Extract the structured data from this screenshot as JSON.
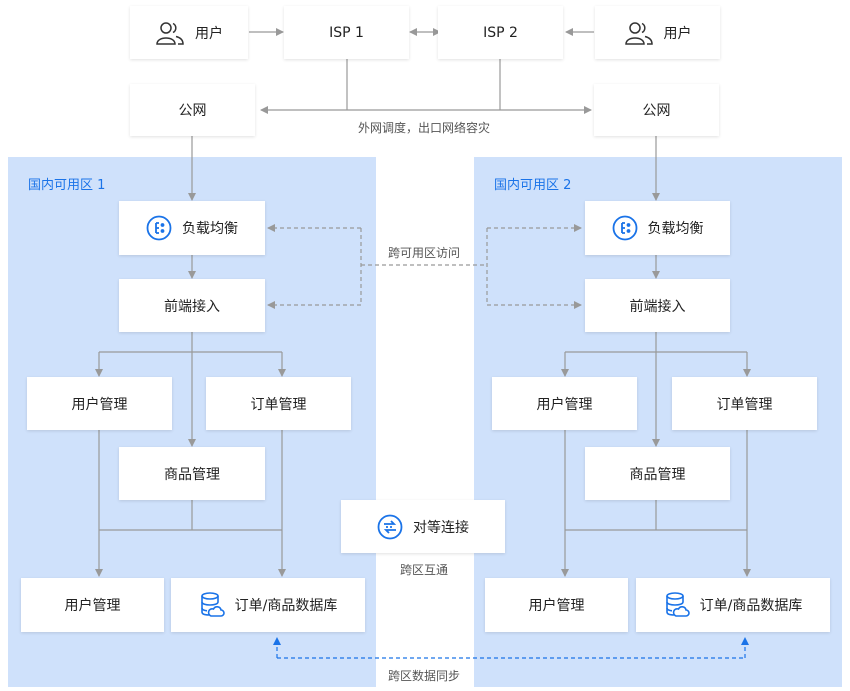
{
  "top": {
    "user_left": "用户",
    "isp1": "ISP 1",
    "isp2": "ISP 2",
    "user_right": "用户",
    "public_left": "公网",
    "public_right": "公网",
    "dns_note": "外网调度，出口网络容灾"
  },
  "zone1": {
    "title": "国内可用区 1",
    "lb": "负载均衡",
    "frontend": "前端接入",
    "user_mgmt": "用户管理",
    "order_mgmt": "订单管理",
    "goods_mgmt": "商品管理",
    "user_db": "用户管理",
    "order_db": "订单/商品数据库"
  },
  "zone2": {
    "title": "国内可用区 2",
    "lb": "负载均衡",
    "frontend": "前端接入",
    "user_mgmt": "用户管理",
    "order_mgmt": "订单管理",
    "goods_mgmt": "商品管理",
    "user_db": "用户管理",
    "order_db": "订单/商品数据库"
  },
  "middle": {
    "cross_zone_access": "跨可用区访问",
    "peering": "对等连接",
    "peering_note": "跨区互通",
    "data_sync": "跨区数据同步"
  },
  "colors": {
    "zone_bg": "#cfe1fb",
    "accent": "#1a73e8",
    "line": "#999999"
  }
}
